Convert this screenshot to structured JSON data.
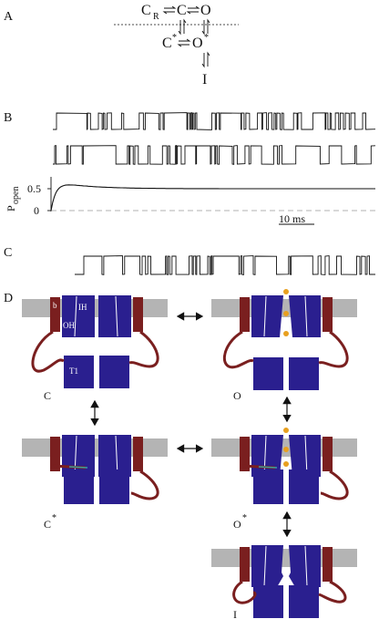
{
  "panels": {
    "A": {
      "label": "A",
      "states": {
        "C": "C",
        "R": "R",
        "O": "O",
        "Cstar": "C",
        "Ostar": "O",
        "star": "*",
        "I": "I"
      }
    },
    "B": {
      "label": "B",
      "popen_label": "P",
      "popen_sub": "open",
      "ticks": [
        "0.5",
        "0"
      ],
      "scalebar": "10 ms"
    },
    "C": {
      "label": "C"
    },
    "D": {
      "label": "D",
      "region_labels": {
        "b": "b",
        "ih": "IH",
        "oh": "OH",
        "t1": "T1"
      },
      "state_labels": {
        "C": "C",
        "O": "O",
        "Cstar": "C",
        "Ostar": "O",
        "I": "I",
        "star": "*"
      }
    }
  },
  "colors": {
    "membrane": "#b4b4b4",
    "channel": "#2a1f8f",
    "linker": "#7a1f1f",
    "ion": "#e8a020",
    "trace": "#111111"
  }
}
